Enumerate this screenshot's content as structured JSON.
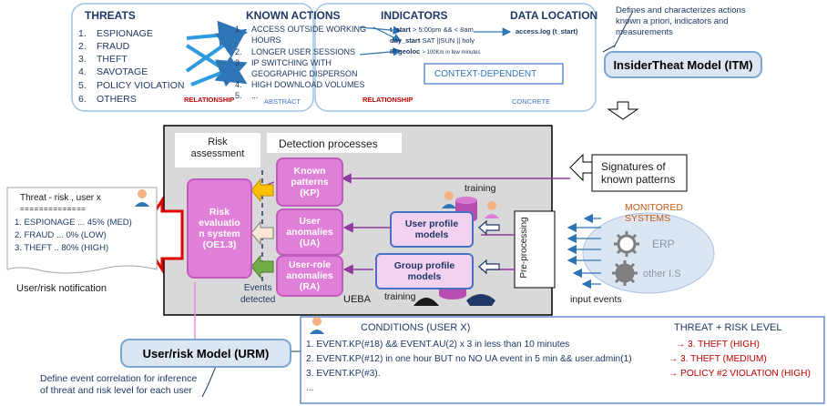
{
  "itm": {
    "threats_header": "THREATS",
    "threats": [
      "ESPIONAGE",
      "FRAUD",
      "THEFT",
      "SAVOTAGE",
      "POLICY VIOLATION",
      "OTHERS"
    ],
    "threat_nums": [
      "1.",
      "2.",
      "3.",
      "4.",
      "5.",
      "6."
    ],
    "known_actions_header": "KNOWN ACTIONS",
    "actions": [
      "ACCESS OUTSIDE WORKING",
      "HOURS",
      "LONGER USER SESSIONS",
      "IP SWITCHING WITH",
      "GEOGRAPHIC DISPERSON",
      "HIGH DOWNLOAD VOLUMES",
      "..."
    ],
    "action_nums": [
      "1.",
      "2.",
      "3.",
      "4.",
      "5."
    ],
    "relationship_left": "RELATIONSHIP",
    "abstract": "ABSTRACT",
    "indicators_header": "INDICATORS",
    "indicator1_key": "t_start",
    "indicator1_val": "> 5:00pm && < 8am",
    "indicator2_key": "day_start",
    "indicator2_val": "SAT ||SUN || holy",
    "indicator3_key": "IP geoloc",
    "indicator3_val": "> 100Km in few minutes",
    "data_location_header": "DATA LOCATION",
    "data_location_val": "access.log (t_start)",
    "context_dependent": "CONTEXT-DEPENDENT",
    "relationship_right": "RELATIONSHIP",
    "concrete": "CONCRETE",
    "defines_note": [
      "Defines and characterizes actions",
      "known a priori, indicators and",
      "measurements"
    ],
    "model_label": "InsiderTheat Model (ITM)"
  },
  "ueba": {
    "risk_assessment": [
      "Risk",
      "assessment"
    ],
    "detection_processes": "Detection processes",
    "risk_eval": [
      "Risk",
      "evaluatio",
      "n system",
      "(OE1.3)"
    ],
    "kp": [
      "Known",
      "patterns",
      "(KP)"
    ],
    "ua": [
      "User",
      "anomalies",
      "(UA)"
    ],
    "ra": [
      "User-role",
      "anomalies",
      "(RA)"
    ],
    "user_profile": [
      "User profile",
      "models"
    ],
    "group_profile": [
      "Group profile",
      "models"
    ],
    "preprocessing": "Pre-processing",
    "training_top": "training",
    "training_bottom": "training",
    "events_detected": [
      "Events",
      "detected"
    ],
    "label": "UEBA"
  },
  "signatures": [
    "Signatures of",
    "known patterns"
  ],
  "monitored": {
    "title": [
      "MONITORED",
      "SYSTEMS"
    ],
    "erp": "ERP",
    "other": "other I.S",
    "input_events": "input events"
  },
  "notification": {
    "header": "Threat - risk ,  user x",
    "separator": "==============",
    "rows": [
      "1.   ESPIONAGE ... 45% (MED)",
      "2.   FRAUD ... 0% (LOW)",
      "3.   THEFT .. 80% (HIGH)"
    ],
    "caption": "User/risk notification"
  },
  "urm": {
    "label": "User/risk Model (URM)",
    "note": [
      "Define event correlation for inference",
      "of threat and risk level for each user"
    ]
  },
  "conditions": {
    "header": "CONDITIONS (USER X)",
    "threat_header": "THREAT + RISK LEVEL",
    "rows": [
      "1. EVENT.KP(#18) && EVENT.AU(2) x 3 in less than 10 minutes",
      "2. EVENT.KP(#12) in one hour BUT no NO UA event in 5 min && user.admin(1)",
      "3. EVENT.KP(#3).",
      "..."
    ],
    "results": [
      "→     3. THEFT (HIGH)",
      "→ 3. THEFT (MEDIUM)",
      "→ POLICY #2 VIOLATION (HIGH)"
    ]
  },
  "colors": {
    "navy": "#1f3864",
    "blue": "#4472c4",
    "magenta": "#e07fd7",
    "purple": "#8e3a9e",
    "red": "#c00000",
    "gray_panel": "#d9d9d9"
  }
}
